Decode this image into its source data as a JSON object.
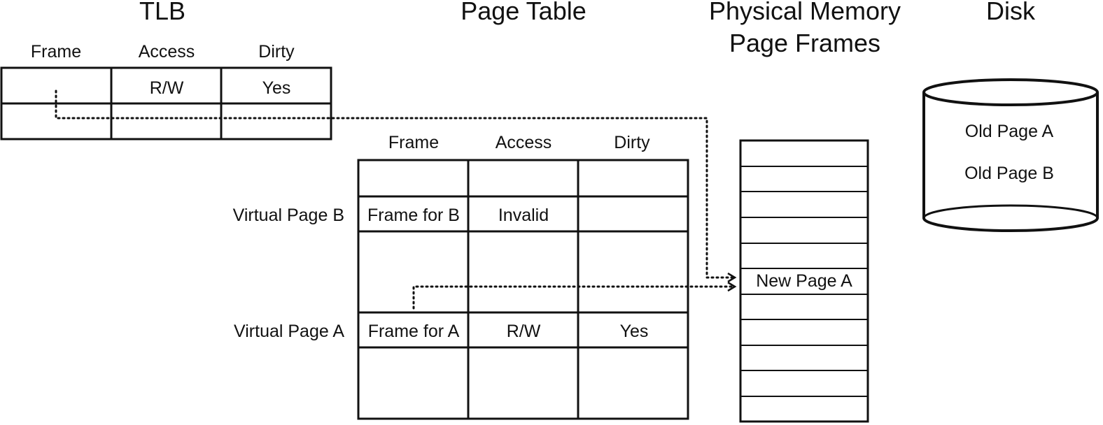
{
  "titles": {
    "tlb": "TLB",
    "page_table": "Page Table",
    "physical_memory_line1": "Physical Memory",
    "physical_memory_line2": "Page Frames",
    "disk": "Disk"
  },
  "tlb": {
    "headers": [
      "Frame",
      "Access",
      "Dirty"
    ],
    "rows": [
      [
        "",
        "R/W",
        "Yes"
      ],
      [
        "",
        "",
        ""
      ]
    ]
  },
  "page_table": {
    "headers": [
      "Frame",
      "Access",
      "Dirty"
    ],
    "row_labels": {
      "b": "Virtual Page B",
      "a": "Virtual Page A"
    },
    "row_b": [
      "Frame for B",
      "Invalid",
      ""
    ],
    "row_a": [
      "Frame for A",
      "R/W",
      "Yes"
    ]
  },
  "physical_memory": {
    "frame_label": "New Page A"
  },
  "disk": {
    "items": [
      "Old Page A",
      "Old Page B"
    ]
  }
}
